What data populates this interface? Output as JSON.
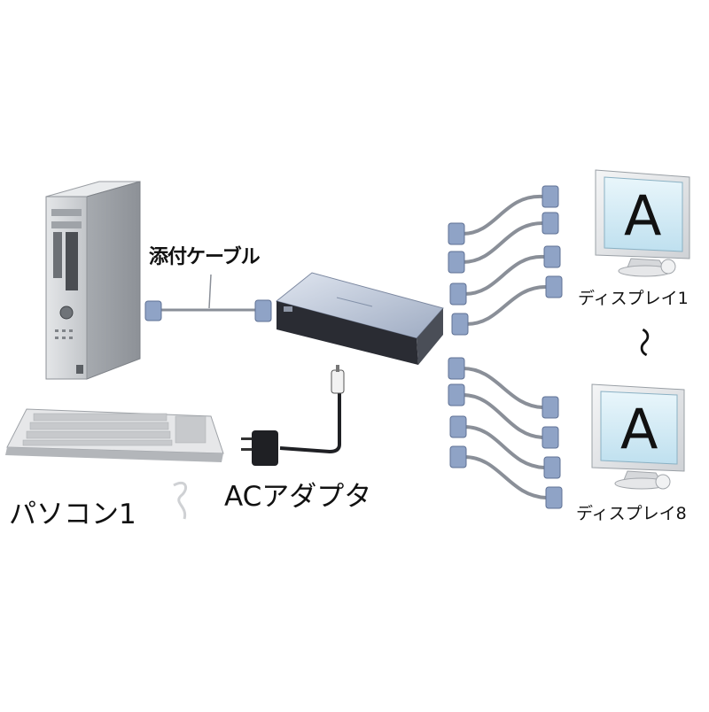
{
  "labels": {
    "cable": "添付ケーブル",
    "pc": "パソコン1",
    "ac_adapter": "ACアダプタ",
    "display_first": "ディスプレイ1",
    "display_last": "ディスプレイ8",
    "range_mark": "〜"
  },
  "screens": {
    "first_letter": "A",
    "last_letter": "A"
  },
  "colors": {
    "connector": "#8fa3c6",
    "cable": "#8a8f98",
    "pc_body": "#c8cacd",
    "switch_top": "#b9c3d6",
    "switch_front": "#2a2c33",
    "monitor_screen": "#d8ecf6"
  }
}
